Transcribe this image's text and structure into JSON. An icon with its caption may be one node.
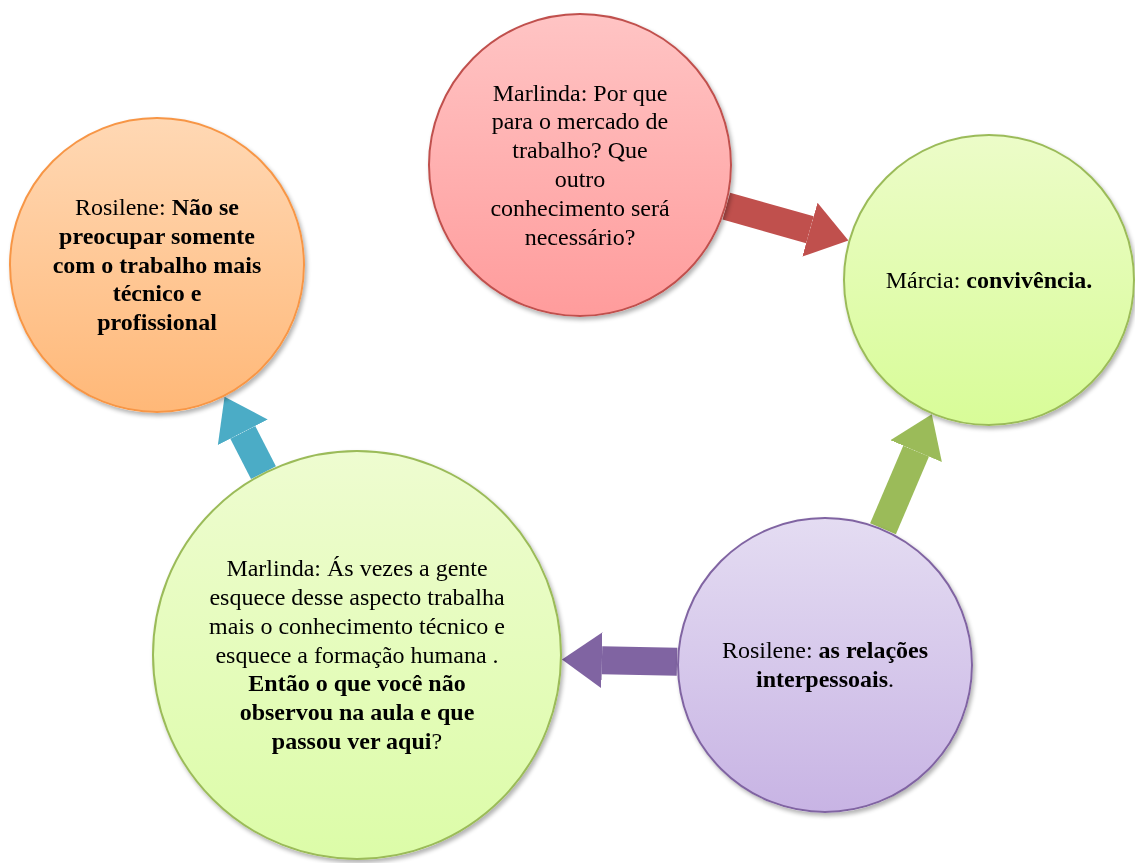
{
  "diagram": {
    "nodes": [
      {
        "text": [
          "Marlinda: Por que para o mercado de trabalho? Que outro conhecimento será necessário?"
        ]
      },
      {
        "text": [
          "Márcia: **convivência.**"
        ]
      },
      {
        "text": [
          "Rosilene: **as relações interpessoais**."
        ]
      },
      {
        "text": [
          "Marlinda: Ás vezes a gente esquece desse aspecto trabalha mais o conhecimento técnico e esquece a formação humana . **Então o que você não observou na aula e que passou ver aqui**?"
        ]
      },
      {
        "text": [
          "Rosilene: **Não se preocupar somente com o trabalho mais técnico e profissional**"
        ]
      }
    ],
    "edges": [
      {
        "from": 0,
        "to": 1,
        "arrow": "to",
        "color": "#c0504d"
      },
      {
        "from": 2,
        "to": 1,
        "arrow": "to",
        "color": "#9bbb59"
      },
      {
        "from": 2,
        "to": 3,
        "arrow": "to",
        "color": "#8064a2"
      },
      {
        "from": 3,
        "to": 4,
        "arrow": "to",
        "color": "#4bacc6"
      }
    ]
  }
}
